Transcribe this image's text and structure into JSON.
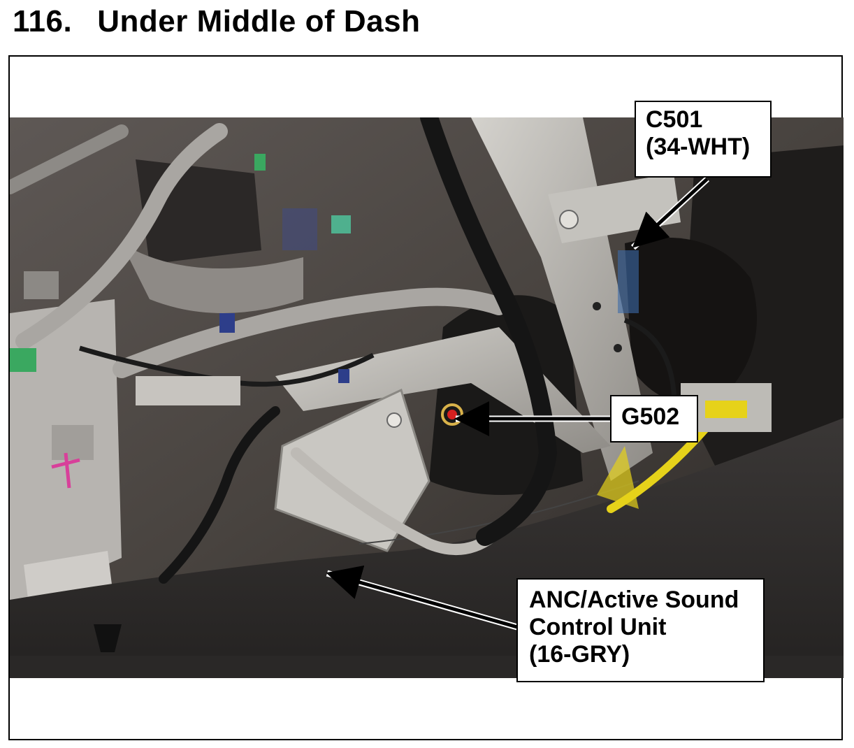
{
  "page": {
    "step_number": "116.",
    "title": "Under Middle of Dash"
  },
  "callouts": [
    {
      "id": "c501",
      "lines": [
        "C501",
        "(34-WHT)"
      ]
    },
    {
      "id": "g502",
      "lines": [
        "G502"
      ]
    },
    {
      "id": "anc",
      "lines": [
        "ANC/Active Sound",
        "Control Unit",
        "(16-GRY)"
      ]
    }
  ],
  "colors": {
    "harness_tape": "#a9a6a2",
    "conduit": "#151515",
    "bracket_metal": "#b9b7b2",
    "carpet": "#2c2a29",
    "airbag_wire_yellow": "#e6d21a",
    "connector_green": "#3aa860"
  }
}
